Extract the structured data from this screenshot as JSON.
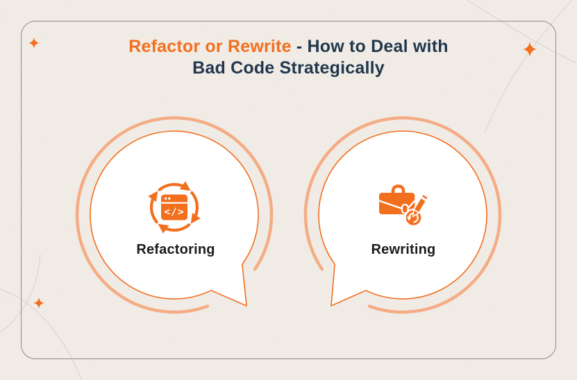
{
  "header": {
    "title_accent": "Refactor or Rewrite",
    "title_rest": " - How to Deal with",
    "title_line2": "Bad Code Strategically"
  },
  "bubbles": [
    {
      "label": "Refactoring",
      "icon": "code-refresh-icon"
    },
    {
      "label": "Rewriting",
      "icon": "briefcase-pencil-icon"
    }
  ],
  "icons": {
    "code_glyph": "</>",
    "decorations": [
      "sparkle-icon",
      "sparkle-icon",
      "sparkle-icon"
    ]
  },
  "colors": {
    "accent": "#F26F1E",
    "accent_light": "#F5AC85",
    "title_dark": "#21374D",
    "background": "#F2EDE7",
    "frame_border": "#8E8B87",
    "label_text": "#1B1B1B",
    "bubble_fill": "#FFFFFF"
  }
}
